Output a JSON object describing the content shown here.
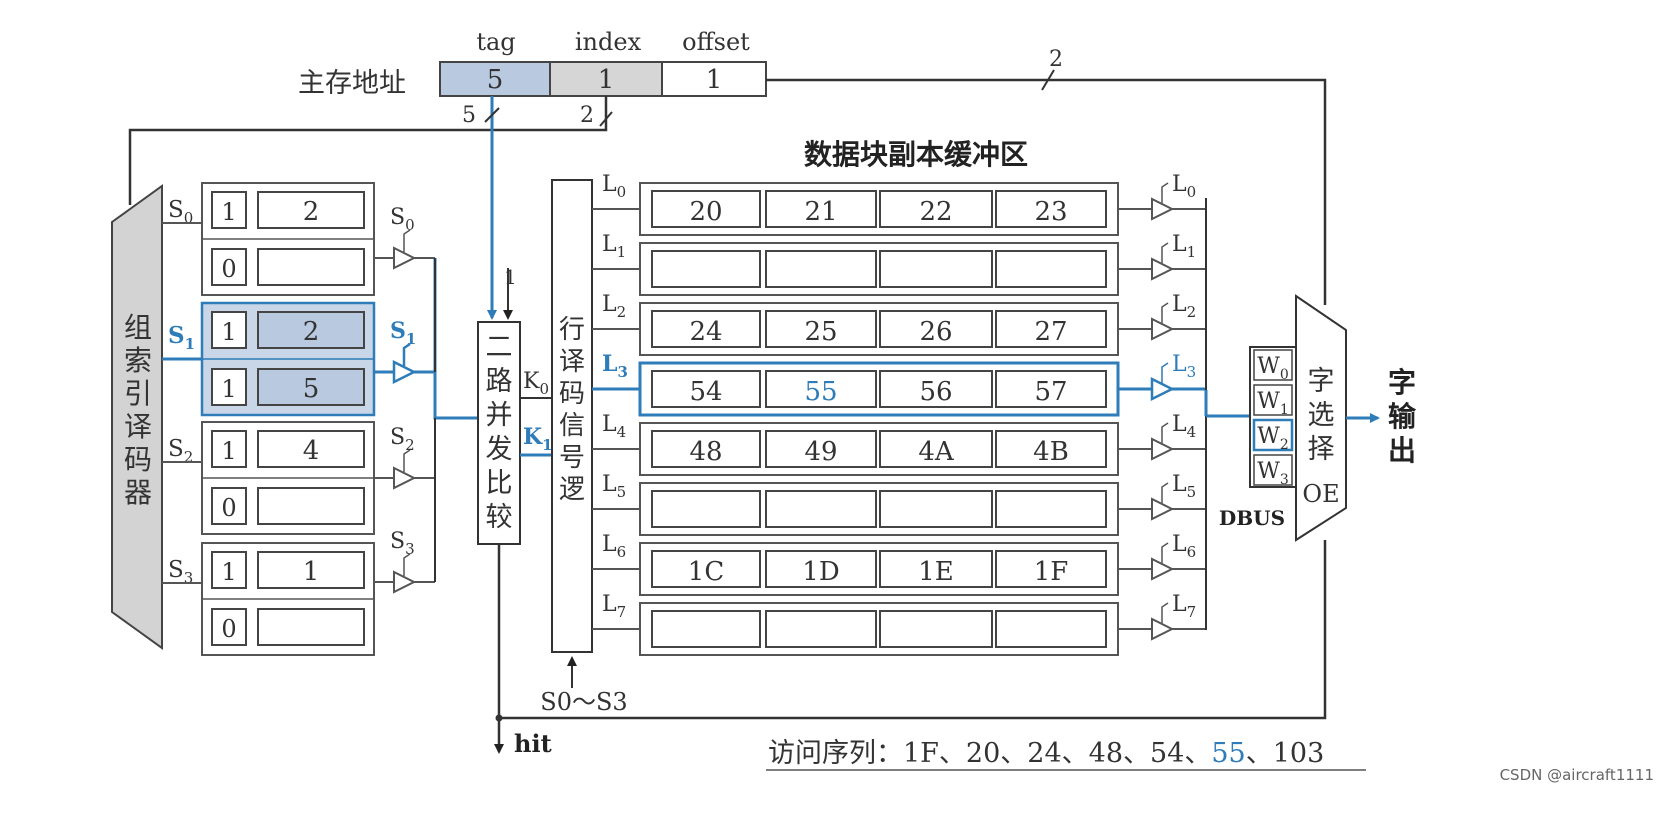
{
  "address": {
    "label": "主存地址",
    "fields": [
      {
        "name": "tag",
        "value": "5"
      },
      {
        "name": "index",
        "value": "1"
      },
      {
        "name": "offset",
        "value": "1"
      }
    ],
    "bus_widths": {
      "offset": "2",
      "tag": "5",
      "index": "2"
    }
  },
  "group_decoder": {
    "label": "组索引译码器",
    "sets": [
      {
        "label": "S",
        "sub": "0",
        "rows": [
          {
            "valid": "1",
            "tag": "2"
          },
          {
            "valid": "0",
            "tag": ""
          }
        ]
      },
      {
        "label": "S",
        "sub": "1",
        "rows": [
          {
            "valid": "1",
            "tag": "2"
          },
          {
            "valid": "1",
            "tag": "5"
          }
        ]
      },
      {
        "label": "S",
        "sub": "2",
        "rows": [
          {
            "valid": "1",
            "tag": "4"
          },
          {
            "valid": "0",
            "tag": ""
          }
        ]
      },
      {
        "label": "S",
        "sub": "3",
        "rows": [
          {
            "valid": "1",
            "tag": "1"
          },
          {
            "valid": "0",
            "tag": ""
          }
        ]
      }
    ],
    "highlight_set": 1,
    "gate_labels": [
      "S0",
      "S1",
      "S2",
      "S3"
    ]
  },
  "comparator": {
    "label": "二路并发比较",
    "input_label": "1",
    "outputs": [
      {
        "label": "K",
        "sub": "0"
      },
      {
        "label": "K",
        "sub": "1"
      }
    ]
  },
  "row_decoder": {
    "label": "行译码信号逻辑",
    "input": "S0～S3"
  },
  "buffer": {
    "title": "数据块副本缓冲区",
    "lines": [
      {
        "label": "L",
        "sub": "0",
        "cells": [
          "20",
          "21",
          "22",
          "23"
        ]
      },
      {
        "label": "L",
        "sub": "1",
        "cells": [
          "",
          "",
          "",
          ""
        ]
      },
      {
        "label": "L",
        "sub": "2",
        "cells": [
          "24",
          "25",
          "26",
          "27"
        ]
      },
      {
        "label": "L",
        "sub": "3",
        "cells": [
          "54",
          "55",
          "56",
          "57"
        ]
      },
      {
        "label": "L",
        "sub": "4",
        "cells": [
          "48",
          "49",
          "4A",
          "4B"
        ]
      },
      {
        "label": "L",
        "sub": "5",
        "cells": [
          "",
          "",
          "",
          ""
        ]
      },
      {
        "label": "L",
        "sub": "6",
        "cells": [
          "1C",
          "1D",
          "1E",
          "1F"
        ]
      },
      {
        "label": "L",
        "sub": "7",
        "cells": [
          "",
          "",
          "",
          ""
        ]
      }
    ],
    "highlight_line": 3,
    "highlight_cell": 1
  },
  "word_select": {
    "label": "字选择",
    "oe": "OE",
    "dbus": "DBUS",
    "words": [
      {
        "label": "W",
        "sub": "0"
      },
      {
        "label": "W",
        "sub": "1"
      },
      {
        "label": "W",
        "sub": "2"
      },
      {
        "label": "W",
        "sub": "3"
      }
    ],
    "highlight_word": 2
  },
  "output_label": "字输出",
  "hit_label": "hit",
  "access_sequence": {
    "prefix": "访问序列：",
    "items": [
      "1F",
      "20",
      "24",
      "48",
      "54",
      "55",
      "103"
    ],
    "separator": "、",
    "highlight_index": 5
  },
  "watermark": "CSDN @aircraft1111",
  "colors": {
    "blue": "#2e7cb8",
    "line": "#555555",
    "tag_fill": "#b9c9e0",
    "grey_fill": "#d6d6d6",
    "set_fill": "#c9d6e8",
    "decoder_fill": "#d3d3d3"
  }
}
